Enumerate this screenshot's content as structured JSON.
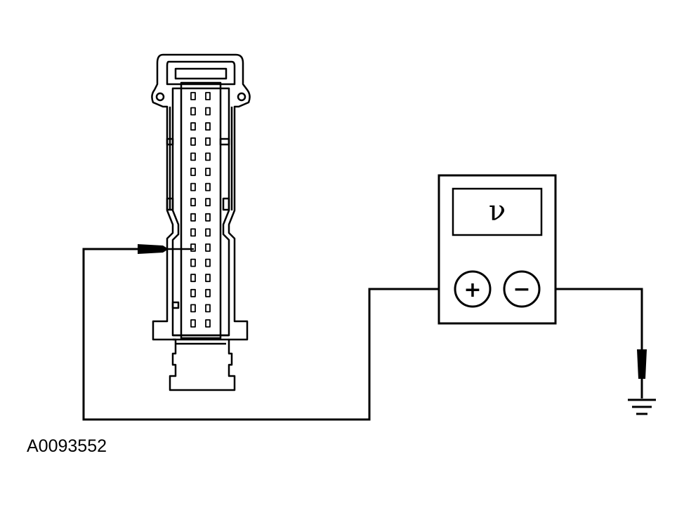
{
  "figure": {
    "id": "A0093552"
  },
  "voltmeter": {
    "display_symbol": "ν",
    "positive_label": "+",
    "negative_label": "−"
  },
  "connector": {
    "pin_rows": 16,
    "pin_columns": 2
  }
}
